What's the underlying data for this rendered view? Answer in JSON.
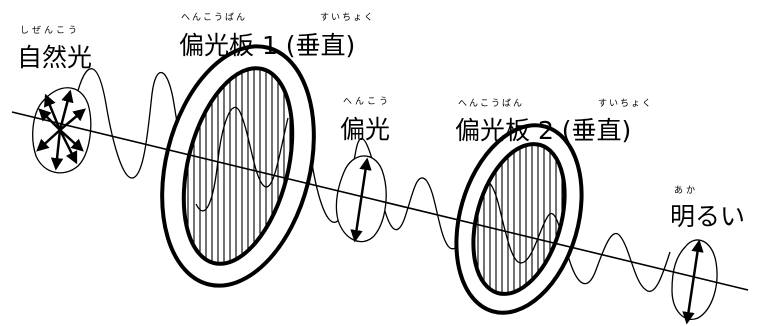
{
  "labels": {
    "natural_light": {
      "text": "自然光",
      "ruby": "しぜんこう"
    },
    "polarizer_1": {
      "text": "偏光板 1 (垂直)",
      "ruby_1": "へんこうばん",
      "ruby_2": "すいちょく"
    },
    "polarized_light": {
      "text": "偏光",
      "ruby": "へんこう"
    },
    "polarizer_2": {
      "text": "偏光板 2 (垂直)",
      "ruby_1": "へんこうばん",
      "ruby_2": "すいちょく"
    },
    "bright": {
      "text": "明るい",
      "ruby": "あか"
    }
  },
  "colors": {
    "ink": "#000000",
    "background": "#ffffff"
  }
}
